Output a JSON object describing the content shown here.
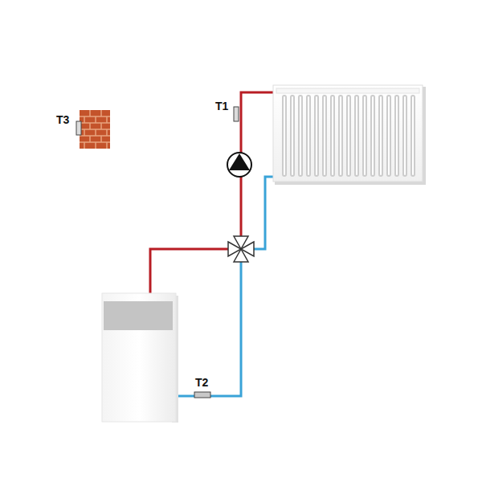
{
  "diagram": {
    "labels": [
      "T1",
      "T2",
      "T3"
    ]
  }
}
